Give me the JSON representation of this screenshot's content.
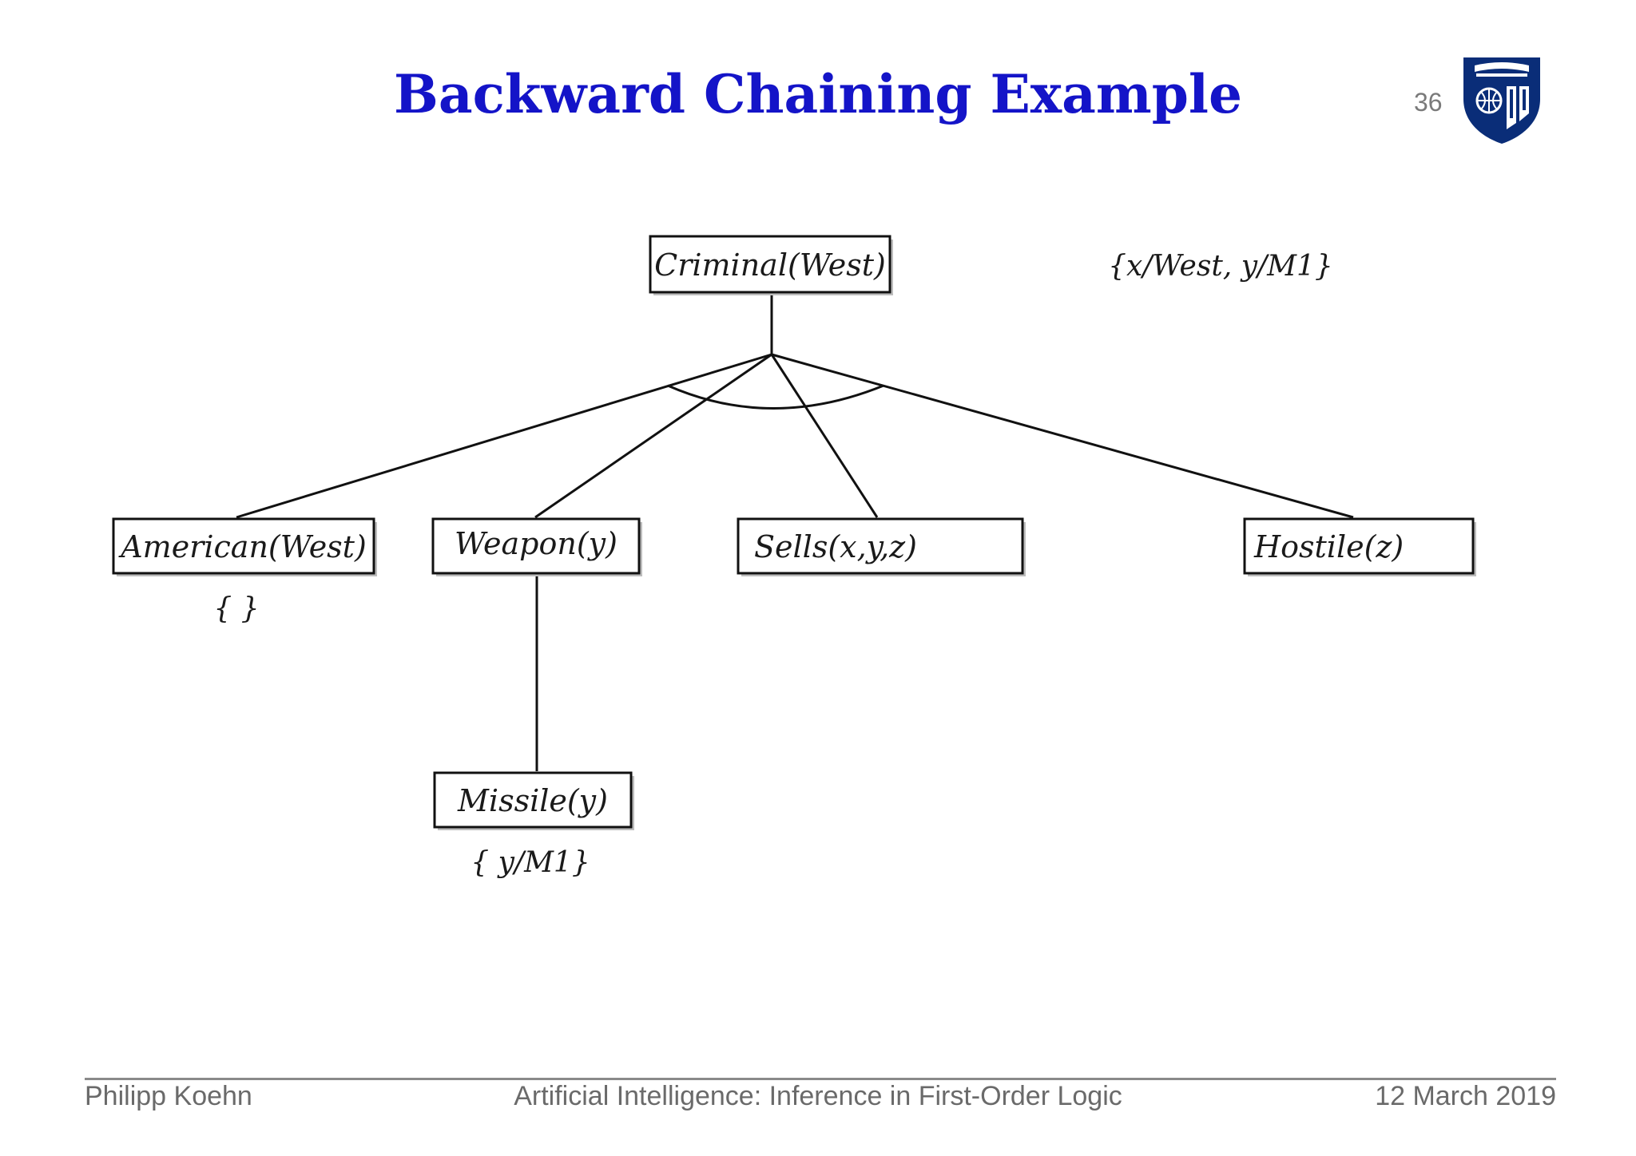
{
  "slide": {
    "title": "Backward Chaining Example",
    "page_number": "36"
  },
  "diagram": {
    "root": {
      "label": "Criminal(West)"
    },
    "root_substitution": "{x/West, y/M1}",
    "children": [
      {
        "label": "American(West)",
        "substitution": "{ }"
      },
      {
        "label": "Weapon(y)"
      },
      {
        "label": "Sells(x,y,z)"
      },
      {
        "label": "Hostile(z)"
      }
    ],
    "grandchild": {
      "label": "Missile(y)",
      "substitution": "{ y/M1}"
    }
  },
  "footer": {
    "author": "Philipp Koehn",
    "course": "Artificial Intelligence: Inference in First-Order Logic",
    "date": "12 March 2019"
  },
  "colors": {
    "title": "#1414c8",
    "logo_blue": "#0a2d78",
    "footer_text": "#6a6a6a"
  }
}
